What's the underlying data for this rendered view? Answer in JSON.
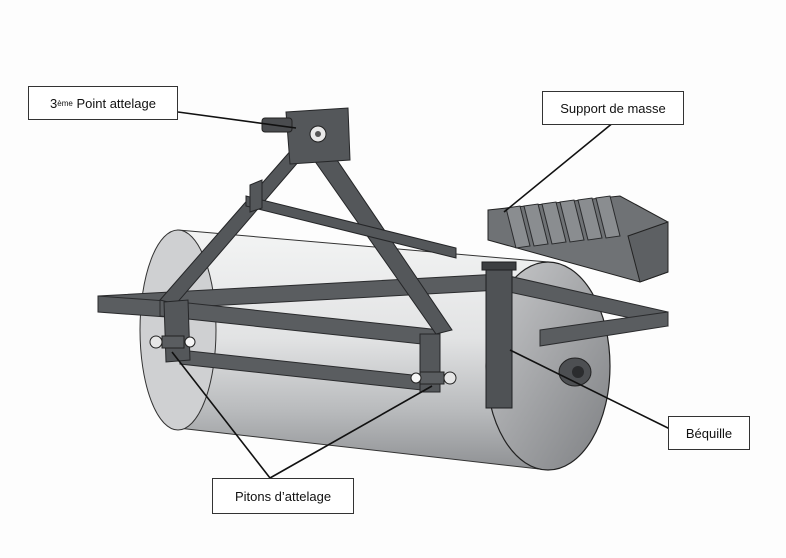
{
  "labels": {
    "hitch_point": {
      "prefix": "3",
      "superscript": "ème",
      "text": "Point attelage"
    },
    "weight_support": "Support de masse",
    "stand": "Béquille",
    "hitch_pins": "Pitons d’attelage"
  },
  "colors": {
    "steel_frame": "#5a5d60",
    "frame_dark": "#3c3e41",
    "drum_light": "#f0f1f1",
    "drum_shade": "#a9abad",
    "weights": "#7b7e81",
    "outline": "#222222",
    "leader": "#111111"
  }
}
